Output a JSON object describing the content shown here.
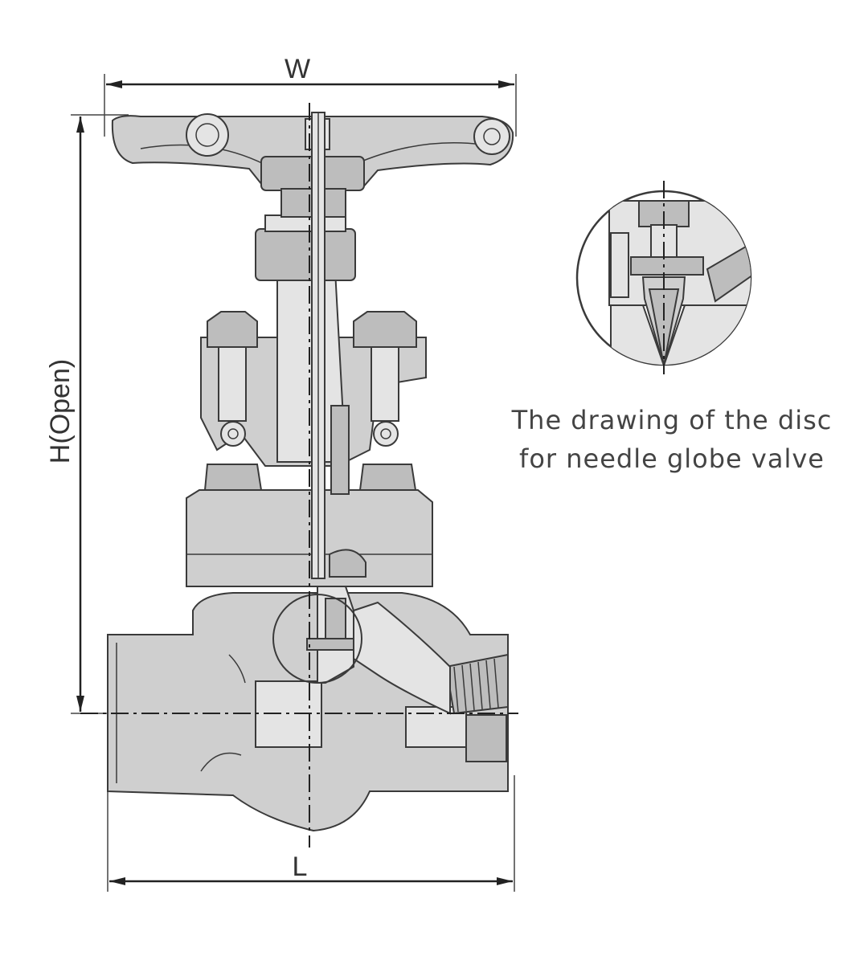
{
  "labels": {
    "width": "W",
    "height": "H(Open)",
    "length": "L"
  },
  "detail_caption": {
    "line1": "The drawing of the disc",
    "line2": "for needle globe valve"
  }
}
